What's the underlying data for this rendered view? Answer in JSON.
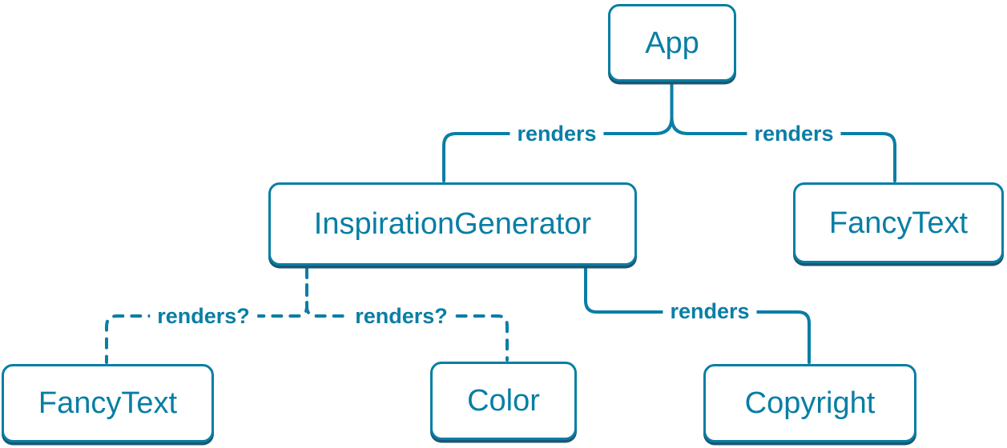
{
  "colors": {
    "accent": "#087ea4",
    "line": "#0a7ea6",
    "node_background": "#ffffff",
    "node_shadow": "#1b5672",
    "background": "#ffffff"
  },
  "nodes": [
    {
      "id": "app",
      "label": "App"
    },
    {
      "id": "inspiration-generator",
      "label": "InspirationGenerator"
    },
    {
      "id": "fancy-text-top",
      "label": "FancyText"
    },
    {
      "id": "fancy-text-bottom",
      "label": "FancyText"
    },
    {
      "id": "color",
      "label": "Color"
    },
    {
      "id": "copyright",
      "label": "Copyright"
    }
  ],
  "edges": [
    {
      "from": "App",
      "to": "InspirationGenerator",
      "label": "renders",
      "style": "solid"
    },
    {
      "from": "App",
      "to": "FancyText",
      "label": "renders",
      "style": "solid"
    },
    {
      "from": "InspirationGenerator",
      "to": "Copyright",
      "label": "renders",
      "style": "solid"
    },
    {
      "from": "InspirationGenerator",
      "to": "FancyText",
      "label": "renders?",
      "style": "dashed"
    },
    {
      "from": "InspirationGenerator",
      "to": "Color",
      "label": "renders?",
      "style": "dashed"
    }
  ]
}
